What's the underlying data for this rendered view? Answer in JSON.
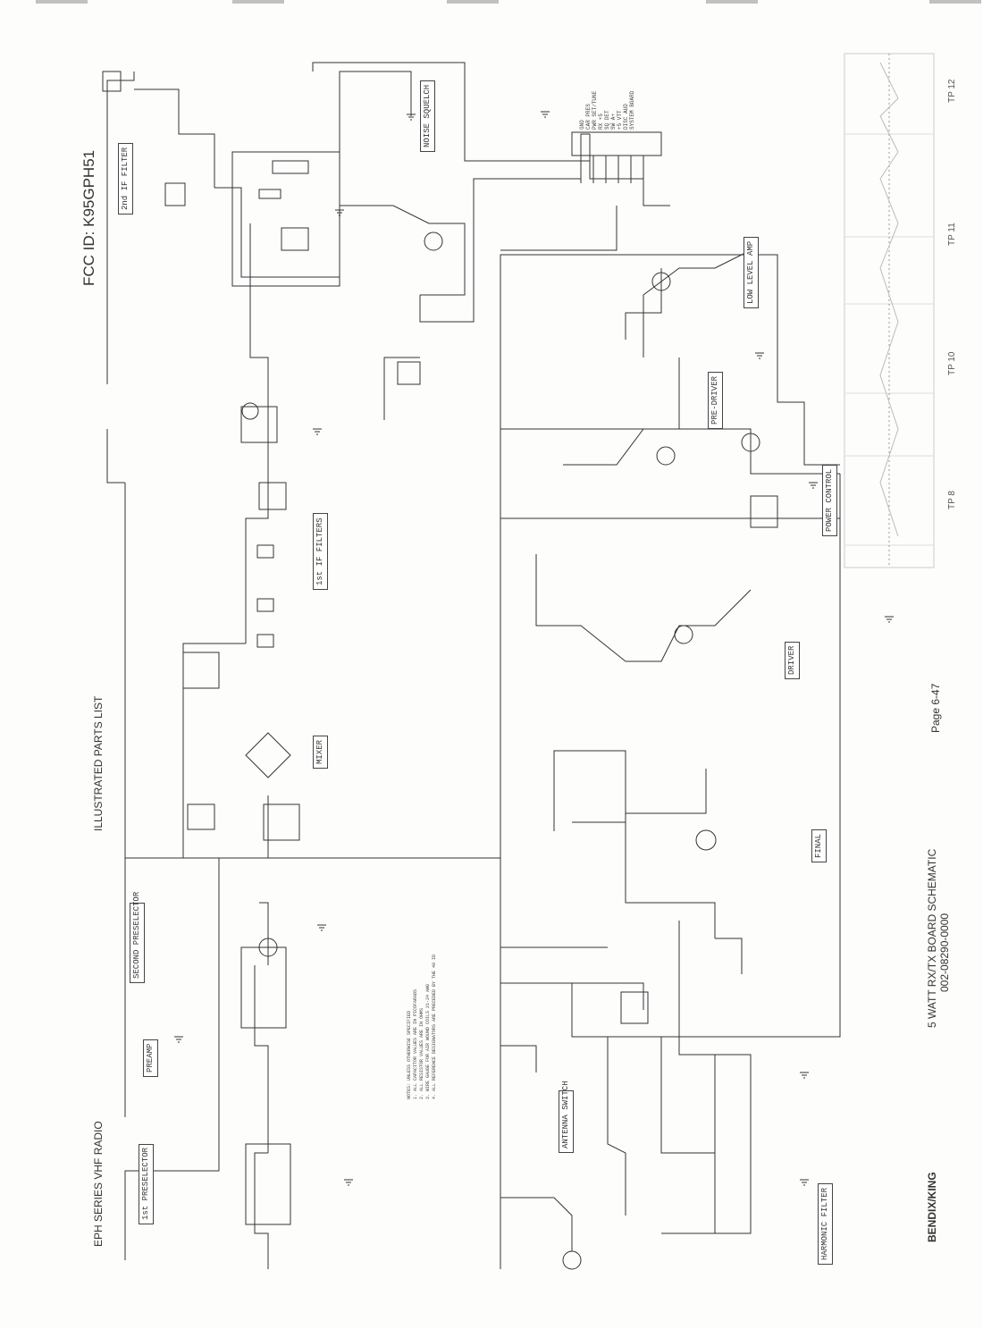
{
  "header": {
    "fcc_id": "FCC ID: K95GPH51",
    "series_title": "EPH SERIES VHF RADIO",
    "parts_list": "ILLUSTRATED PARTS LIST",
    "schematic_title": "5 WATT RX/TX BOARD SCHEMATIC",
    "drawing_number": "002-08290-0000",
    "page": "Page 6-47",
    "brand": "BENDIX/KING"
  },
  "blocks": {
    "first_preselector": "1st PRESELECTOR",
    "preamp": "PREAMP",
    "second_preselector": "SECOND PRESELECTOR",
    "mixer": "MIXER",
    "first_if_filters": "1st IF FILTERS",
    "second_if_filter": "2nd IF FILTER",
    "noise_squelch": "NOISE SQUELCH",
    "low_level_amp": "LOW LEVEL AMP",
    "pre_driver": "PRE-DRIVER",
    "power_control": "POWER CONTROL",
    "driver": "DRIVER",
    "final": "FINAL",
    "antenna_switch": "ANTENNA SWITCH",
    "harmonic_filter": "HARMONIC FILTER"
  },
  "test_points": [
    "TP 12",
    "TP 11",
    "TP 10",
    "TP 8"
  ],
  "notes": [
    "NOTES: UNLESS OTHERWISE SPECIFIED",
    "1. ALL CAPACITOR VALUES ARE IN PICOFARADS",
    "2. ALL RESISTOR VALUES ARE IN OHMS",
    "3. WIRE GAUGE FOR AIR WOUND COILS 21-24 AWG",
    "4. ALL REFERENCE DESIGNATORS ARE PRECEDED BY THE 40 ID"
  ],
  "connector_labels": [
    "GND",
    "CAR PRES",
    "PWR SET/TUNE",
    "RX +5",
    "SQ DET",
    "SW A+",
    "+5 VTT",
    "DISC AUD",
    "SYSTEM BOARD"
  ],
  "colors": {
    "ink": "#2a2a2a",
    "paper": "#fdfdfc",
    "block_border": "#444444"
  }
}
